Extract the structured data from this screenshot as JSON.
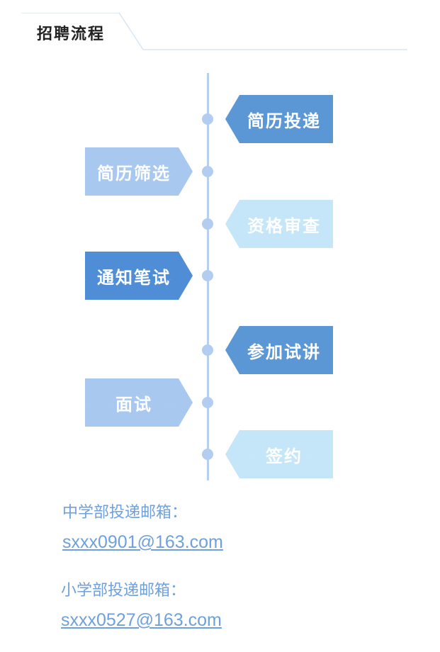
{
  "header": {
    "title": "招聘流程"
  },
  "steps": [
    {
      "label": "简历投递"
    },
    {
      "label": "简历筛选"
    },
    {
      "label": "资格审查"
    },
    {
      "label": "通知笔试"
    },
    {
      "label": "参加试讲"
    },
    {
      "label": "面试"
    },
    {
      "label": "签约"
    }
  ],
  "contacts": [
    {
      "label": "中学部投递邮箱：",
      "email": "sxxx0901@163.com"
    },
    {
      "label": "小学部投递邮箱：",
      "email": "sxxx0527@163.com"
    }
  ],
  "colors": {
    "dark_blue": "#5b97d5",
    "light_blue": "#a9c8f0",
    "pale_blue": "#c4e6f8",
    "text_blue": "#6fa0de"
  }
}
